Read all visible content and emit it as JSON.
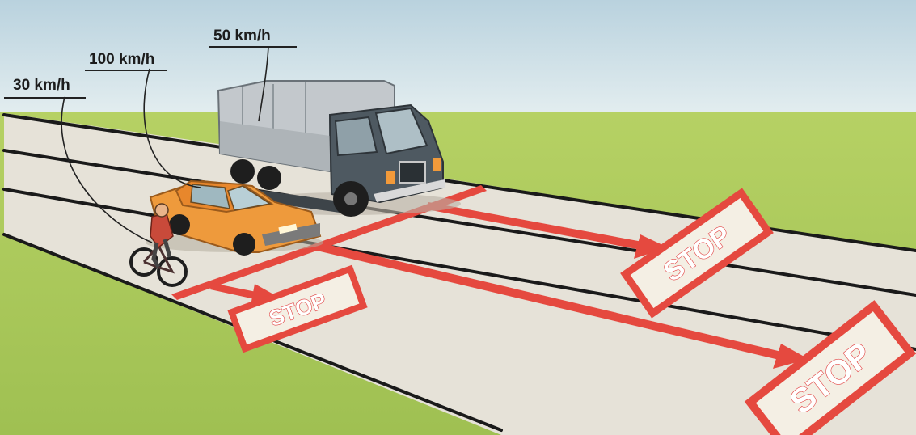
{
  "speed_labels": {
    "cyclist": "30 km/h",
    "car": "100 km/h",
    "truck": "50 km/h"
  },
  "stop_markings": {
    "cyclist_lane": "STOP",
    "car_lane": "STOP",
    "truck_lane": "STOP"
  },
  "colors": {
    "sky": "#c9dde6",
    "grass": "#a9c95a",
    "road": "#e4e0d6",
    "lane_line": "#1a1a1a",
    "marking_red": "#e5493f",
    "car_body": "#ee9a3c",
    "truck_cab": "#4e5961",
    "truck_tarp": "#c3c8cc"
  }
}
